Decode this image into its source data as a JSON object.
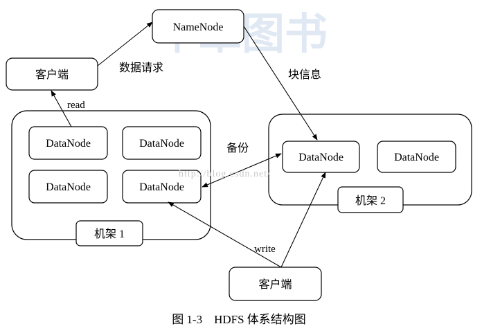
{
  "diagram": {
    "namenode": "NameNode",
    "client_top": "客户端",
    "client_bottom": "客户端",
    "rack1_label": "机架 1",
    "rack2_label": "机架 2",
    "rack1_nodes": [
      "DataNode",
      "DataNode",
      "DataNode",
      "DataNode"
    ],
    "rack2_nodes": [
      "DataNode",
      "DataNode"
    ],
    "edge_labels": {
      "data_request": "数据请求",
      "block_info": "块信息",
      "read": "read",
      "backup": "备份",
      "write": "write"
    },
    "watermark_url": "http://blog.csdn.net/",
    "watermark_logo": "华章图书",
    "caption": "图 1-3　HDFS 体系结构图"
  },
  "colors": {
    "stroke": "#000000",
    "background": "#ffffff",
    "watermark": "#dfe8f3"
  }
}
